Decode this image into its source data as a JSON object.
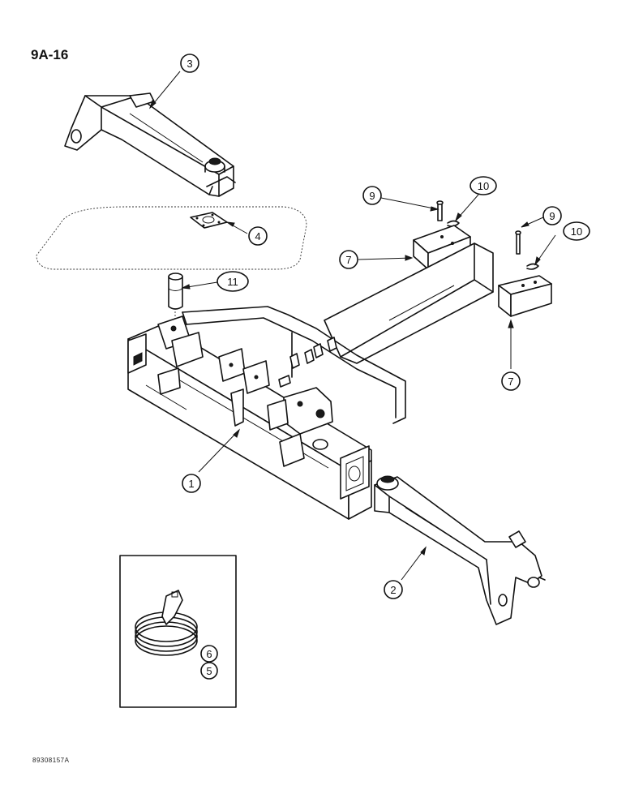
{
  "page": {
    "number": "9A-16",
    "drawing_id": "89308157A"
  },
  "callouts": [
    {
      "id": "c3",
      "label": "3"
    },
    {
      "id": "c4",
      "label": "4"
    },
    {
      "id": "c9a",
      "label": "9"
    },
    {
      "id": "c10a",
      "label": "10"
    },
    {
      "id": "c9b",
      "label": "9"
    },
    {
      "id": "c10b",
      "label": "10"
    },
    {
      "id": "c7a",
      "label": "7"
    },
    {
      "id": "c11",
      "label": "11"
    },
    {
      "id": "c7b",
      "label": "7"
    },
    {
      "id": "c1",
      "label": "1"
    },
    {
      "id": "c2",
      "label": "2"
    },
    {
      "id": "c6",
      "label": "6"
    },
    {
      "id": "c5",
      "label": "5"
    }
  ]
}
